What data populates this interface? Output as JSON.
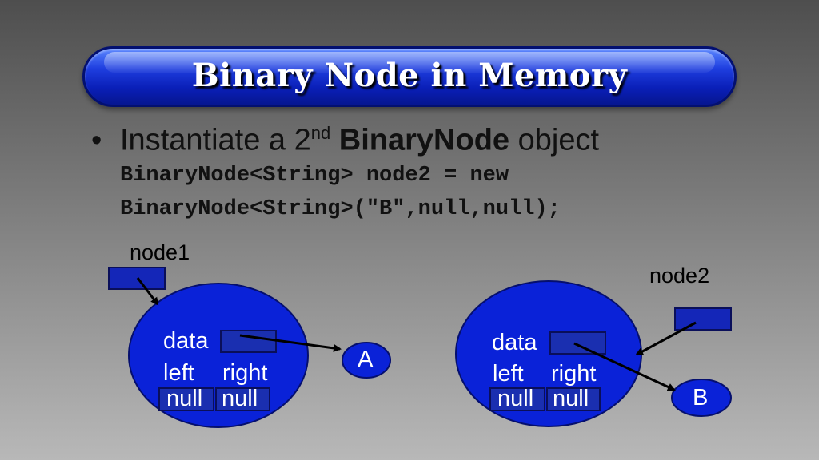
{
  "title": "Binary Node in Memory",
  "bullet": {
    "prefix": "Instantiate a 2",
    "superscript": "nd",
    "bold": "BinaryNode",
    "suffix": " object"
  },
  "code": {
    "line1": "BinaryNode<String> node2 = new",
    "line2": "BinaryNode<String>(\"B\",null,null);"
  },
  "diagram": {
    "node1": {
      "ref_label": "node1",
      "data_label": "data",
      "left_label": "left",
      "right_label": "right",
      "left_value": "null",
      "right_value": "null",
      "data_value": "A"
    },
    "node2": {
      "ref_label": "node2",
      "data_label": "data",
      "left_label": "left",
      "right_label": "right",
      "left_value": "null",
      "right_value": "null",
      "data_value": "B"
    }
  },
  "colors": {
    "node_fill": "#0a22d8",
    "field_box": "#1a2fb0",
    "ref_box": "#1426b8",
    "arrow": "#000000"
  }
}
